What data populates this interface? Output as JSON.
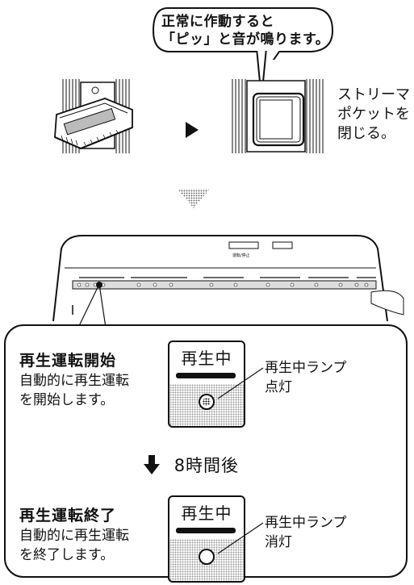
{
  "bubble": {
    "line1": "正常に作動すると",
    "line2": "「ピッ」と音が鳴ります。"
  },
  "caption": {
    "line1": "ストリーマ",
    "line2": "ポケットを",
    "line3": "閉じる。"
  },
  "start": {
    "title": "再生運転開始",
    "body1": "自動的に再生運転",
    "body2": "を開始します。",
    "lamp_label": "再生中",
    "note1": "再生中ランプ",
    "note2": "点灯"
  },
  "after": {
    "text": "8時間後"
  },
  "end": {
    "title": "再生運転終了",
    "body1": "自動的に再生運転",
    "body2": "を終了します。",
    "lamp_label": "再生中",
    "note1": "再生中ランプ",
    "note2": "消灯"
  },
  "icons": {
    "next": "right-triangle",
    "down": "down-arrow",
    "transition": "down-triangle"
  }
}
